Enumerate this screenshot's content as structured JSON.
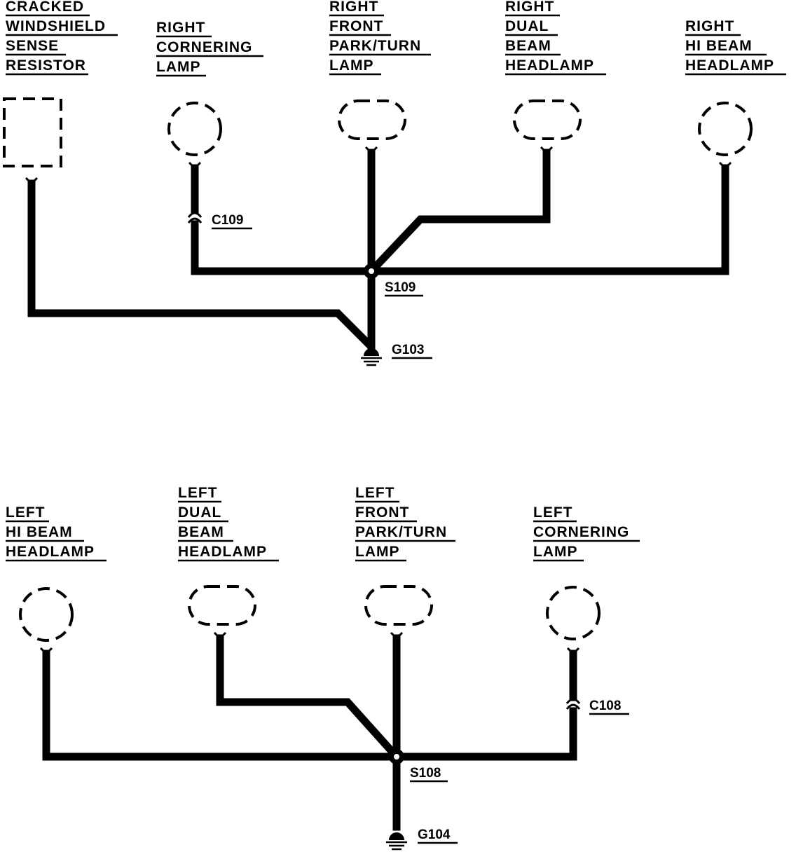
{
  "components": {
    "cracked_windshield_resistor": [
      "CRACKED",
      "WINDSHIELD",
      "SENSE",
      "RESISTOR"
    ],
    "right_cornering_lamp": [
      "RIGHT",
      "CORNERING",
      "LAMP"
    ],
    "right_front_park_turn_lamp": [
      "RIGHT",
      "FRONT",
      "PARK/TURN",
      "LAMP"
    ],
    "right_dual_beam_headlamp": [
      "RIGHT",
      "DUAL",
      "BEAM",
      "HEADLAMP"
    ],
    "right_hi_beam_headlamp": [
      "RIGHT",
      "HI BEAM",
      "HEADLAMP"
    ],
    "left_hi_beam_headlamp": [
      "LEFT",
      "HI BEAM",
      "HEADLAMP"
    ],
    "left_dual_beam_headlamp": [
      "LEFT",
      "DUAL",
      "BEAM",
      "HEADLAMP"
    ],
    "left_front_park_turn_lamp": [
      "LEFT",
      "FRONT",
      "PARK/TURN",
      "LAMP"
    ],
    "left_cornering_lamp": [
      "LEFT",
      "CORNERING",
      "LAMP"
    ]
  },
  "connectors": {
    "c109": "C109",
    "c108": "C108"
  },
  "splices": {
    "s109": "S109",
    "s108": "S108"
  },
  "grounds": {
    "g103": "G103",
    "g104": "G104"
  }
}
